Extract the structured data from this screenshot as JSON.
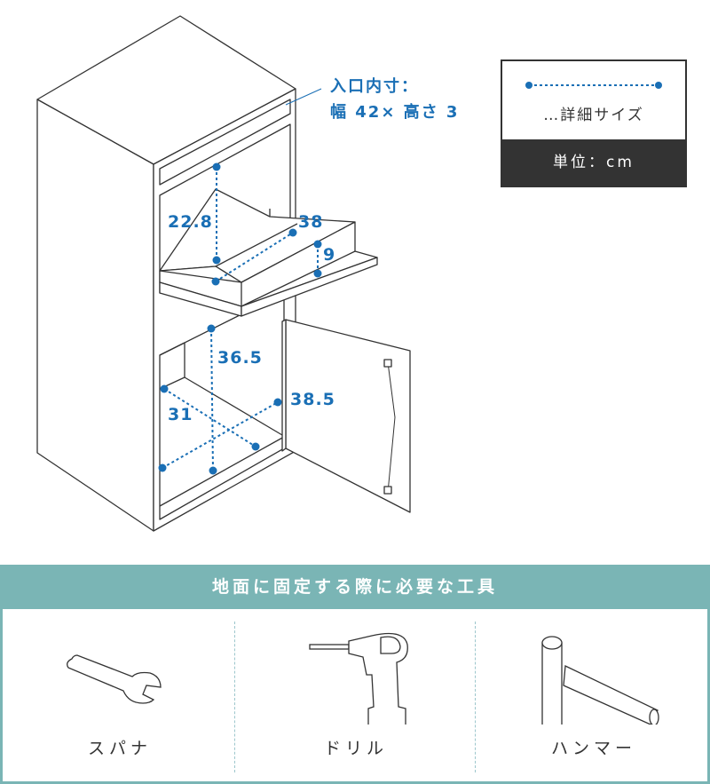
{
  "colors": {
    "accent": "#1a6fb5",
    "teal": "#7ab5b5",
    "dark": "#333333"
  },
  "diagram": {
    "entrance_note": {
      "line1": "入口内寸：",
      "line2": "幅 42× 高さ 3"
    },
    "dimensions": {
      "tray_height": "22.8",
      "tray_depth": "38",
      "tray_edge": "9",
      "box_height": "36.5",
      "box_depth": "31",
      "box_width": "38.5"
    }
  },
  "legend": {
    "dotted_label": "…詳細サイズ",
    "unit_label": "単位：cm"
  },
  "tools": {
    "title": "地面に固定する際に必要な工具",
    "items": [
      {
        "label": "スパナ",
        "icon": "wrench-icon"
      },
      {
        "label": "ドリル",
        "icon": "drill-icon"
      },
      {
        "label": "ハンマー",
        "icon": "hammer-icon"
      }
    ]
  }
}
